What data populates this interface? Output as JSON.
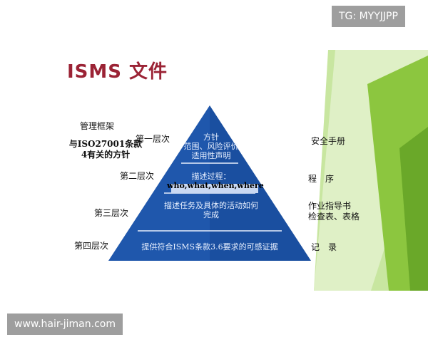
{
  "watermark_top": "TG: MYYJJPP",
  "watermark_bottom": "www.hair-jiman.com",
  "title": "ISMS 文件",
  "left_notes": {
    "framework": "管理框架",
    "iso_line1": "与ISO27001条款",
    "iso_line2": "4有关的方针"
  },
  "levels": [
    {
      "label": "第一层次",
      "content_lines": [
        "方针",
        "范围、风险评价",
        "适用性声明"
      ],
      "right_lines": [
        "安全手册"
      ]
    },
    {
      "label": "第二层次",
      "content_lines": [
        "描述过程：",
        "who,what,when,where"
      ],
      "right_lines": [
        "程　序"
      ]
    },
    {
      "label": "第三层次",
      "content_lines": [
        "描述任务及具体的活动如何",
        "完成"
      ],
      "right_lines": [
        "作业指导书",
        "检查表、表格"
      ]
    },
    {
      "label": "第四层次",
      "content_lines": [
        "提供符合ISMS条款3.6要求的可感证据"
      ],
      "right_lines": [
        "记　录"
      ]
    }
  ],
  "colors": {
    "pyramid_fill": "#1a4fa0",
    "pyramid_highlight": "#2a66c4",
    "divider": "#e6eefc",
    "title": "#9b2335",
    "deco_green": "#8cc63f",
    "deco_light_green": "#c8e6a0"
  }
}
